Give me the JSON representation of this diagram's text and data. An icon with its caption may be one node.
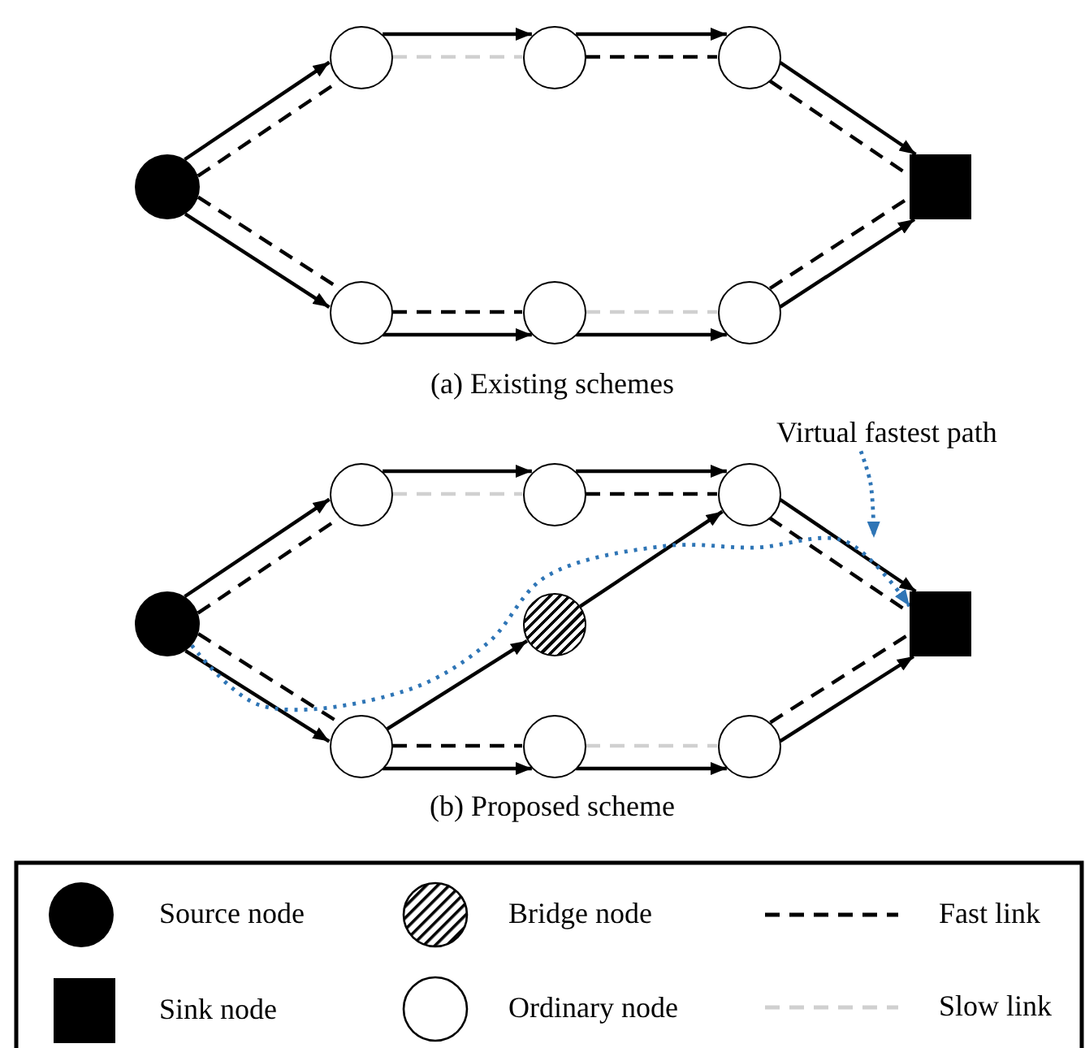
{
  "diagram": {
    "nodes": [
      {
        "text": [],
        "shape": "circle"
      },
      {
        "text": [],
        "shape": "circle"
      },
      {
        "text": [],
        "shape": "circle"
      },
      {
        "text": [],
        "shape": "circle"
      },
      {
        "text": [],
        "shape": "box"
      },
      {
        "text": [],
        "shape": "circle"
      },
      {
        "text": [],
        "shape": "circle"
      },
      {
        "text": [],
        "shape": "circle"
      },
      {
        "text": [],
        "shape": "circle"
      },
      {
        "text": [],
        "shape": "circle"
      },
      {
        "text": [],
        "shape": "circle"
      },
      {
        "text": [],
        "shape": "circle"
      },
      {
        "text": [],
        "shape": "circle"
      },
      {
        "text": [],
        "shape": "box"
      },
      {
        "text": [],
        "shape": "circle"
      },
      {
        "text": [],
        "shape": "circle"
      },
      {
        "text": [],
        "shape": "circle"
      },
      {
        "text": [
          "Virtual fastest path"
        ]
      }
    ],
    "edges": [
      {
        "from": 0,
        "to": 1,
        "arrow": "to"
      },
      {
        "from": 0,
        "to": 1,
        "arrow": "none",
        "style": "dashed"
      },
      {
        "from": 1,
        "to": 2,
        "arrow": "to"
      },
      {
        "from": 1,
        "to": 2,
        "arrow": "none",
        "style": "dashed",
        "color": "#d0d0d0"
      },
      {
        "from": 2,
        "to": 3,
        "arrow": "to"
      },
      {
        "from": 2,
        "to": 3,
        "arrow": "none",
        "style": "dashed"
      },
      {
        "from": 3,
        "to": 4,
        "arrow": "to"
      },
      {
        "from": 3,
        "to": 4,
        "arrow": "none",
        "style": "dashed"
      },
      {
        "from": 0,
        "to": 5,
        "arrow": "to"
      },
      {
        "from": 0,
        "to": 5,
        "arrow": "none",
        "style": "dashed"
      },
      {
        "from": 5,
        "to": 6,
        "arrow": "to"
      },
      {
        "from": 5,
        "to": 6,
        "arrow": "none",
        "style": "dashed"
      },
      {
        "from": 6,
        "to": 7,
        "arrow": "to"
      },
      {
        "from": 6,
        "to": 7,
        "arrow": "none",
        "style": "dashed",
        "color": "#d0d0d0"
      },
      {
        "from": 7,
        "to": 4,
        "arrow": "to"
      },
      {
        "from": 7,
        "to": 4,
        "arrow": "none",
        "style": "dashed"
      },
      {
        "from": 8,
        "to": 9,
        "arrow": "to"
      },
      {
        "from": 8,
        "to": 9,
        "arrow": "none",
        "style": "dashed"
      },
      {
        "from": 9,
        "to": 10,
        "arrow": "to"
      },
      {
        "from": 9,
        "to": 10,
        "arrow": "none",
        "style": "dashed",
        "color": "#d0d0d0"
      },
      {
        "from": 10,
        "to": 11,
        "arrow": "to"
      },
      {
        "from": 10,
        "to": 11,
        "arrow": "none",
        "style": "dashed"
      },
      {
        "from": 11,
        "to": 13,
        "arrow": "to"
      },
      {
        "from": 11,
        "to": 13,
        "arrow": "none",
        "style": "dashed"
      },
      {
        "from": 8,
        "to": 14,
        "arrow": "to"
      },
      {
        "from": 8,
        "to": 14,
        "arrow": "none",
        "style": "dashed"
      },
      {
        "from": 14,
        "to": 15,
        "arrow": "to"
      },
      {
        "from": 14,
        "to": 15,
        "arrow": "none",
        "style": "dashed"
      },
      {
        "from": 15,
        "to": 16,
        "arrow": "to"
      },
      {
        "from": 15,
        "to": 16,
        "arrow": "none",
        "style": "dashed",
        "color": "#d0d0d0"
      },
      {
        "from": 16,
        "to": 13,
        "arrow": "to"
      },
      {
        "from": 16,
        "to": 13,
        "arrow": "none",
        "style": "dashed"
      },
      {
        "from": 14,
        "to": 12,
        "arrow": "to"
      },
      {
        "from": 12,
        "to": 11,
        "arrow": "to"
      },
      {
        "from": 8,
        "to": 13,
        "arrow": "to",
        "style": "dashed",
        "color": "#2e75b6"
      },
      {
        "from": 17,
        "to": null,
        "arrow": "to",
        "style": "dashed",
        "color": "#2e75b6"
      }
    ],
    "labels": [
      "(a) Existing schemes",
      "(b) Proposed scheme"
    ],
    "legend": [
      {
        "text": "Source node"
      },
      {
        "text": "Bridge node"
      },
      {
        "text": "Fast link"
      },
      {
        "text": "Sink node"
      },
      {
        "text": "Ordinary node"
      },
      {
        "text": "Slow link"
      }
    ]
  }
}
